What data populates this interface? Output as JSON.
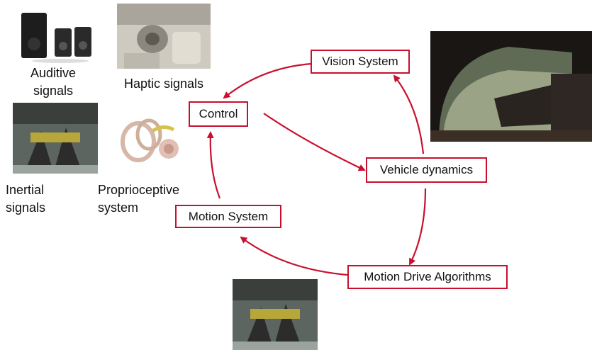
{
  "boxes": {
    "vision_system": "Vision System",
    "control": "Control",
    "vehicle_dynamics": "Vehicle dynamics",
    "motion_system": "Motion System",
    "motion_drive_algorithms": "Motion Drive Algorithms"
  },
  "labels": {
    "auditive_line1": "Auditive",
    "auditive_line2": "signals",
    "haptic": "Haptic signals",
    "inertial_line1": "Inertial",
    "inertial_line2": "signals",
    "proprioceptive_line1": "Proprioceptive",
    "proprioceptive_line2": "system"
  },
  "colors": {
    "accent": "#c8102e"
  }
}
